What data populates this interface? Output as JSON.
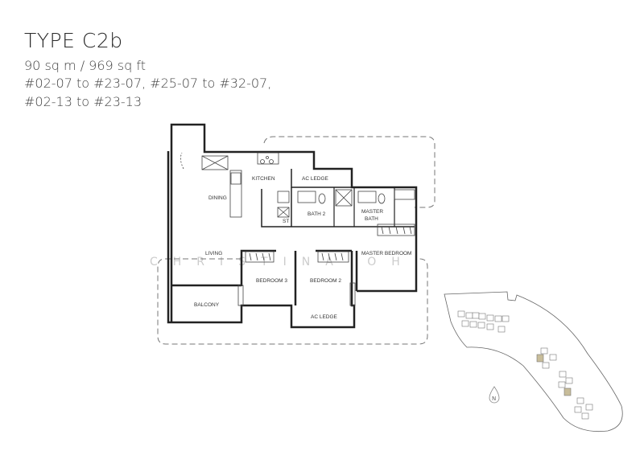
{
  "header": {
    "title": "TYPE C2b",
    "area": "90 sq m / 969 sq ft",
    "units_line1": "#02-07 to #23-07, #25-07 to #32-07,",
    "units_line2": "#02-13 to #23-13"
  },
  "floor_plan": {
    "rooms": {
      "dining": "DINING",
      "kitchen": "KITCHEN",
      "ac_ledge_top": "AC LEDGE",
      "bath2": "BATH 2",
      "store": "ST",
      "master_bath_1": "MASTER",
      "master_bath_2": "BATH",
      "living": "LIVING",
      "master_bedroom": "MASTER BEDROOM",
      "bedroom3": "BEDROOM 3",
      "bedroom2": "BEDROOM 2",
      "balcony": "BALCONY",
      "ac_ledge_bottom": "AC LEDGE"
    }
  },
  "watermark": "CHRISTINA OH",
  "site_plan": {
    "north_label": "N",
    "highlight_color": "#c8bd9a"
  }
}
